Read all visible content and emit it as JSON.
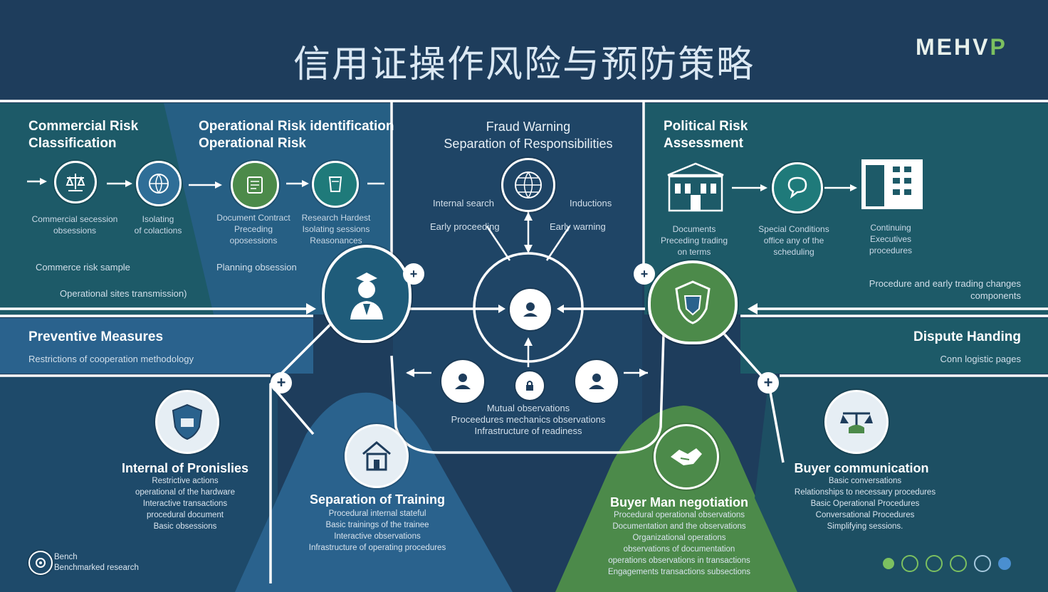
{
  "header": {
    "title": "信用证操作风险与预防策略",
    "logo_text": "MEHV",
    "logo_accent": "P"
  },
  "colors": {
    "background": "#1e3d5c",
    "panel_teal": "#1d5a68",
    "panel_blue": "#2a628d",
    "panel_green": "#4c8a4a",
    "line": "#ffffff"
  },
  "commercial": {
    "heading_line1": "Commercial Risk",
    "heading_line2": "Classification",
    "caption1_line1": "Commercial secession",
    "caption1_line2": "obsessions",
    "caption2_line1": "Isolating",
    "caption2_line2": "of colactions",
    "note1": "Commerce risk sample",
    "note2": "Operational sites transmission)"
  },
  "operational": {
    "heading_line1": "Operational Risk identification",
    "heading_line2": "Operational Risk",
    "caption1_line1": "Document Contract",
    "caption1_line2": "Preceding",
    "caption1_line3": "oposessions",
    "caption2_line1": "Research Hardest",
    "caption2_line2": "Isolating sessions",
    "caption2_line3": "Reasonances",
    "note1": "Planning obsession"
  },
  "fraud": {
    "heading_line1": "Fraud Warning",
    "heading_line2": "Separation of Responsibilities",
    "label_left1": "Internal search",
    "label_left2": "Early proceeding",
    "label_right1": "Inductions",
    "label_right2": "Early warning",
    "bottom_line1": "Mutual observations",
    "bottom_line2": "Proceedures mechanics observations",
    "bottom_line3": "Infrastructure of readiness"
  },
  "political": {
    "heading_line1": "Political Risk",
    "heading_line2": "Assessment",
    "caption1_line1": "Documents",
    "caption1_line2": "Preceding trading",
    "caption1_line3": "on terms",
    "caption2_line1": "Special Conditions",
    "caption2_line2": "office any of the",
    "caption2_line3": "scheduling",
    "caption3_line1": "Continuing",
    "caption3_line2": "Executives",
    "caption3_line3": "procedures",
    "note_line1": "Procedure and early trading changes",
    "note_line2": "components"
  },
  "preventive": {
    "heading": "Preventive Measures",
    "subtext": "Restrictions of cooperation methodology"
  },
  "dispute": {
    "heading": "Dispute Handing",
    "subtext": "Conn logistic pages"
  },
  "internal": {
    "heading": "Internal of Pronislies",
    "lines": [
      "Restrictive actions",
      "operational of the hardware",
      "Interactive transactions",
      "procedural document",
      "Basic obsessions"
    ]
  },
  "training": {
    "heading": "Separation of Training",
    "lines": [
      "Procedural internal stateful",
      "Basic trainings of the trainee",
      "Interactive observations",
      "Infrastructure of operating procedures"
    ]
  },
  "buyer_man": {
    "heading": "Buyer Man negotiation",
    "lines": [
      "Procedural operational observations",
      "Documentation and the observations",
      "Organizational operations",
      "observations of documentation",
      "operations observations in transactions",
      "Engagements transactions subsections"
    ]
  },
  "buyer_comm": {
    "heading": "Buyer communication",
    "lines": [
      "Basic conversations",
      "Relationships to necessary procedures",
      "Basic Operational Procedures",
      "Conversational Procedures",
      "Simplifying sessions."
    ]
  },
  "footer": {
    "badge_line1": "Bench",
    "badge_line2": "Benchmarked research"
  }
}
